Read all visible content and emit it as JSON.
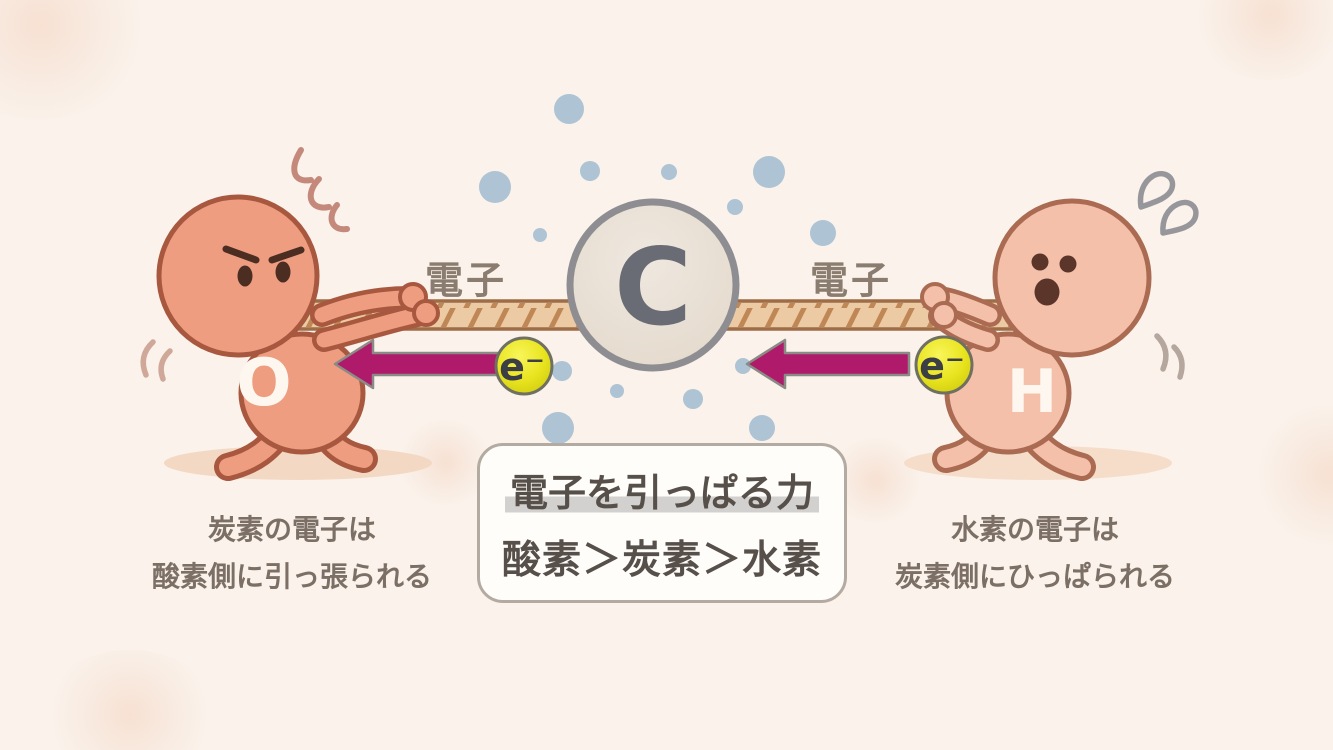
{
  "colors": {
    "background": "#faf2eb",
    "arrow_magenta": "#b01a6b",
    "electron_yellow": "#e9e41f",
    "dot_blue_gray": "#aec3d3",
    "oxygen_skin": "#ee9d80",
    "hydrogen_skin": "#f4c0a9",
    "carbon_fill": "#e8dfd4",
    "caption_text": "#7c7066"
  },
  "illustration": {
    "carbon_symbol": "C",
    "oxygen_symbol": "O",
    "hydrogen_symbol": "H",
    "electron_badge_label": "e⁻",
    "rope_label_left": "電子",
    "rope_label_right": "電子"
  },
  "title_box": {
    "line1": "電子を引っぱる力",
    "line2": "酸素＞炭素＞水素"
  },
  "caption_left": {
    "line1": "炭素の電子は",
    "line2": "酸素側に引っ張られる"
  },
  "caption_right": {
    "line1": "水素の電子は",
    "line2": "炭素側にひっぱられる"
  }
}
